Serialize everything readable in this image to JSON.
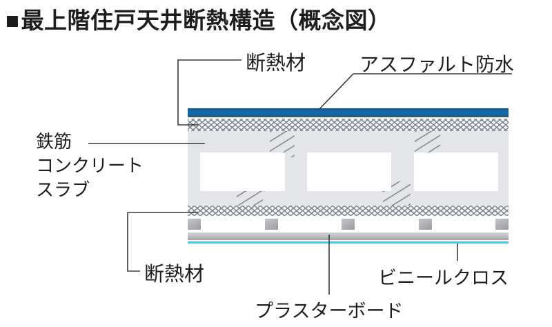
{
  "title": {
    "marker": "■",
    "text": "最上階住戸天井断熱構造（概念図）"
  },
  "labels": {
    "insulation_top": "断熱材",
    "asphalt_waterproofing": "アスファルト防水",
    "rc_slab": [
      "鉄筋",
      "コンクリート",
      "スラブ"
    ],
    "insulation_bottom": "断熱材",
    "plasterboard": "プラスターボード",
    "vinyl_cloth": "ビニールクロス"
  },
  "diagram": {
    "layers_top_to_bottom": [
      "アスファルト防水",
      "断熱材",
      "鉄筋コンクリートスラブ",
      "断熱材",
      "プラスターボード",
      "ビニールクロス"
    ],
    "slab_void_count": 3,
    "stud_count": 5
  },
  "colors": {
    "asphalt_blue": "#1568a8",
    "asphalt_blue_dark": "#0c4f85",
    "asphalt_edge": "#3c5660",
    "hatch_gray": "#7d838d",
    "slab_gray": "#e3e5e9",
    "board_light": "#c6c8cb",
    "board_dark": "#a2a4a8",
    "stud_light": "#c3c5c8",
    "stud_dark": "#9a9ca0",
    "vinyl_cyan": "#47c5e5",
    "line_dark": "#383838",
    "text_dark": "#1d1d1d"
  }
}
